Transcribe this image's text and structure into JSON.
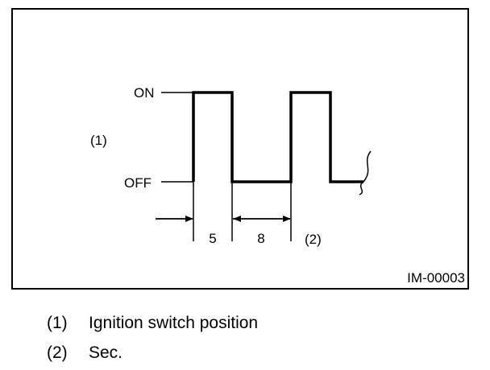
{
  "diagram": {
    "level_on_label": "ON",
    "level_off_label": "OFF",
    "side_label": "(1)",
    "interval_labels": [
      "5",
      "8"
    ],
    "unit_label": "(2)",
    "figure_id": "IM-00003"
  },
  "legend": [
    {
      "number": "(1)",
      "text": "Ignition switch position"
    },
    {
      "number": "(2)",
      "text": "Sec."
    }
  ],
  "colors": {
    "line": "#000000",
    "background": "#ffffff"
  }
}
